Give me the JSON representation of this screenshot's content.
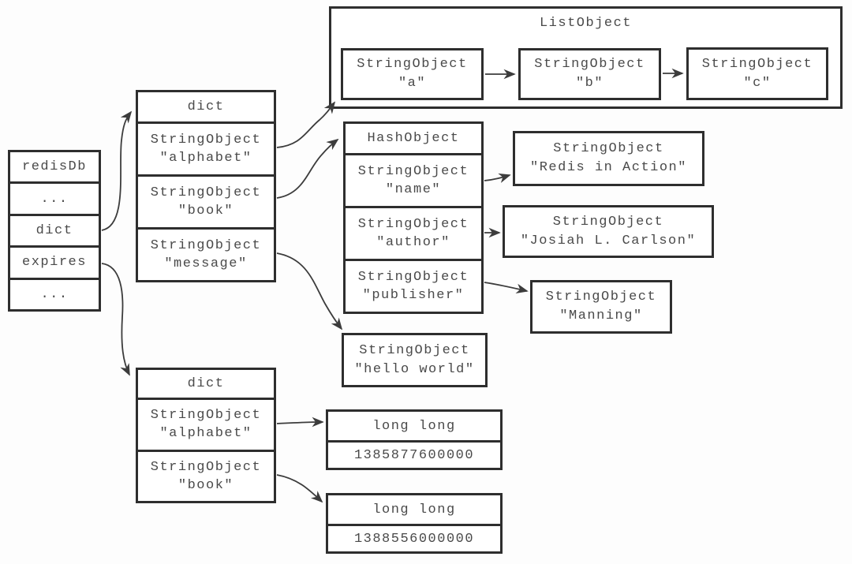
{
  "colors": {
    "border": "#2e2e2e",
    "text": "#4a4a4a",
    "background": "#fdfdfd",
    "arrow": "#3c3c3c",
    "fill": "#ffffff"
  },
  "redis_db": {
    "rows": [
      "redisDb",
      "...",
      "dict",
      "expires",
      "..."
    ]
  },
  "key_dict": {
    "title": "dict",
    "entries": [
      {
        "type": "StringObject",
        "value": "\"alphabet\""
      },
      {
        "type": "StringObject",
        "value": "\"book\""
      },
      {
        "type": "StringObject",
        "value": "\"message\""
      }
    ]
  },
  "list_object": {
    "title": "ListObject",
    "items": [
      {
        "type": "StringObject",
        "value": "\"a\""
      },
      {
        "type": "StringObject",
        "value": "\"b\""
      },
      {
        "type": "StringObject",
        "value": "\"c\""
      }
    ]
  },
  "hash_object": {
    "title": "HashObject",
    "fields": [
      {
        "type": "StringObject",
        "value": "\"name\""
      },
      {
        "type": "StringObject",
        "value": "\"author\""
      },
      {
        "type": "StringObject",
        "value": "\"publisher\""
      }
    ]
  },
  "hash_values": [
    {
      "type": "StringObject",
      "value": "\"Redis in Action\""
    },
    {
      "type": "StringObject",
      "value": "\"Josiah L. Carlson\""
    },
    {
      "type": "StringObject",
      "value": "\"Manning\""
    }
  ],
  "message_value": {
    "type": "StringObject",
    "value": "\"hello world\""
  },
  "expires_dict": {
    "title": "dict",
    "entries": [
      {
        "type": "StringObject",
        "value": "\"alphabet\""
      },
      {
        "type": "StringObject",
        "value": "\"book\""
      }
    ]
  },
  "expire_values": [
    {
      "type": "long long",
      "value": "1385877600000"
    },
    {
      "type": "long long",
      "value": "1388556000000"
    }
  ]
}
